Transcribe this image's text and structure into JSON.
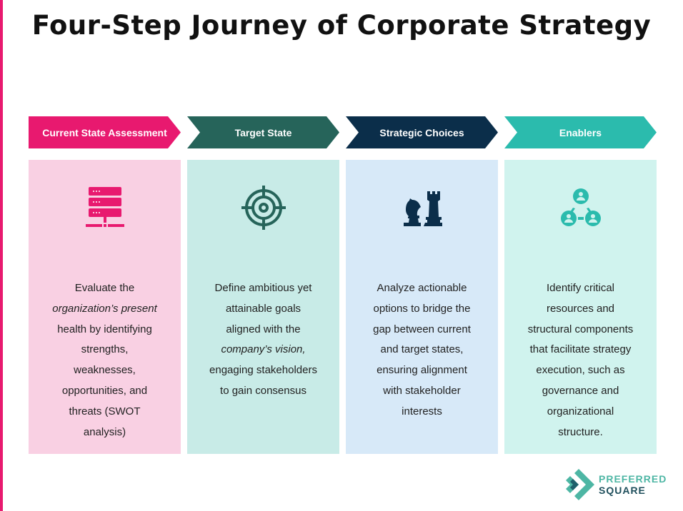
{
  "title": "Four-Step Journey of Corporate Strategy",
  "steps": [
    {
      "label": "Current State Assessment",
      "icon": "server-icon",
      "color": "#e8196f",
      "bg": "#f9d0e3",
      "lines": [
        [
          [
            "Evaluate the",
            false
          ]
        ],
        [
          [
            "organization’s present",
            true
          ]
        ],
        [
          [
            "health by identifying",
            false
          ]
        ],
        [
          [
            "strengths,",
            false
          ]
        ],
        [
          [
            "weaknesses,",
            false
          ]
        ],
        [
          [
            "opportunities, and",
            false
          ]
        ],
        [
          [
            "threats (SWOT",
            false
          ]
        ],
        [
          [
            "analysis)",
            false
          ]
        ]
      ]
    },
    {
      "label": "Target State",
      "icon": "target-icon",
      "color": "#26645a",
      "bg": "#c8ebe7",
      "lines": [
        [
          [
            "Define ambitious yet",
            false
          ]
        ],
        [
          [
            "attainable goals",
            false
          ]
        ],
        [
          [
            "aligned with the",
            false
          ]
        ],
        [
          [
            "company’s vision,",
            true
          ]
        ],
        [
          [
            "engaging stakeholders",
            false
          ]
        ],
        [
          [
            "to gain consensus",
            false
          ]
        ]
      ]
    },
    {
      "label": "Strategic Choices",
      "icon": "chess-icon",
      "color": "#0b2e4a",
      "bg": "#d7e9f8",
      "lines": [
        [
          [
            "Analyze actionable",
            false
          ]
        ],
        [
          [
            "options to bridge the",
            false
          ]
        ],
        [
          [
            "gap between current",
            false
          ]
        ],
        [
          [
            "and target states,",
            false
          ]
        ],
        [
          [
            "ensuring alignment",
            false
          ]
        ],
        [
          [
            "with stakeholder",
            false
          ]
        ],
        [
          [
            "interests",
            false
          ]
        ]
      ]
    },
    {
      "label": "Enablers",
      "icon": "team-network-icon",
      "color": "#2bbbad",
      "bg": "#d0f3ee",
      "lines": [
        [
          [
            "Identify critical",
            false
          ]
        ],
        [
          [
            "resources and",
            false
          ]
        ],
        [
          [
            "structural components",
            false
          ]
        ],
        [
          [
            "that facilitate strategy",
            false
          ]
        ],
        [
          [
            "execution, such as",
            false
          ]
        ],
        [
          [
            "governance and",
            false
          ]
        ],
        [
          [
            "organizational",
            false
          ]
        ],
        [
          [
            "structure.",
            false
          ]
        ]
      ]
    }
  ],
  "logo": {
    "line1": "PREFERRED",
    "line2": "SQUARE"
  }
}
